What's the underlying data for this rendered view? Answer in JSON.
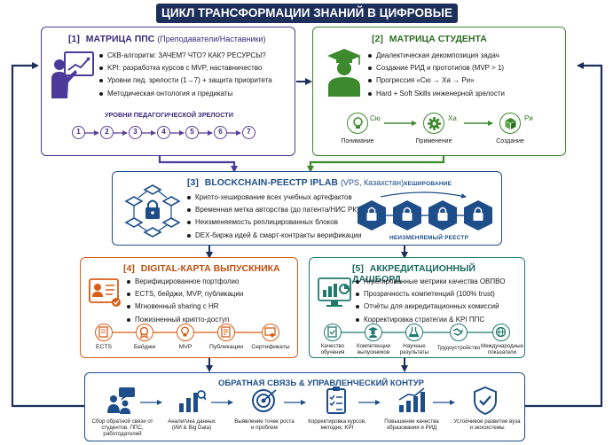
{
  "title": "ЦИКЛ ТРАНСФОРМАЦИИ ЗНАНИЙ В ЦИФРОВЫЕ АКТИВЫ",
  "colors": {
    "purple": "#4b3a99",
    "green": "#3d8a2e",
    "blue": "#1d4e8a",
    "orange": "#d95d16",
    "teal": "#1f7a6e",
    "navy": "#1c2f5a"
  },
  "pps": {
    "num": "[1]",
    "title": "МАТРИЦА ППС",
    "subtitle": "(Преподаватели/Наставники)",
    "bullets": [
      "СКВ-алгоритм: ЗАЧЕМ? ЧТО? КАК? РЕСУРСЫ?",
      "KPI: разработка курсов с MVP, наставничество",
      "Уровни пед. зрелости (1→7) + защита приоритета",
      "Методическая онтология и предикаты"
    ],
    "levels_title": "УРОВНИ ПЕДАГОГИЧЕСКОЙ ЗРЕЛОСТИ",
    "levels": [
      "1",
      "2",
      "3",
      "4",
      "5",
      "6",
      "7"
    ]
  },
  "student": {
    "num": "[2]",
    "title": "МАТРИЦА СТУДЕНТА",
    "bullets": [
      "Диалектическая декомпозиция задач",
      "Создание РИД и прототипов (MVP > 1)",
      "Прогрессия «Сю → Ха → Ри»",
      "Hard + Soft Skills инженерной зрелости"
    ],
    "stages": [
      {
        "code": "Сю",
        "label": "Понимание"
      },
      {
        "code": "Ха",
        "label": "Применение"
      },
      {
        "code": "Ри",
        "label": "Создание"
      }
    ]
  },
  "registry": {
    "num": "[3]",
    "title": "BLOCKCHAIN-РЕЕСТР IPLAB",
    "subtitle": "(VPS, Казахстан)",
    "bullets": [
      "Крипто-хеширование всех учебных артефактов",
      "Временная метка авторства (до патента/НИС РК)",
      "Неизменяемость реплицированных блоков",
      "DEX-биржа идей & смарт-контракты верификации"
    ],
    "hash_label": "ХЕШИРОВАНИЕ",
    "immutable_label": "НЕИЗМЕНЯЕМЫЙ РЕЕСТР"
  },
  "graduate": {
    "num": "[4]",
    "title": "DIGITAL-КАРТА ВЫПУСКНИКА",
    "bullets": [
      "Верифицированное портфолио",
      "ECTS, бейджи, MVP, публикации",
      "Мгновенный sharing с HR",
      "Пожизненный крипто-доступ"
    ],
    "items": [
      "ECTS",
      "Бейджи",
      "MVP",
      "Публикации",
      "Сертификаты"
    ]
  },
  "dashboard": {
    "num": "[5]",
    "title": "АККРЕДИТАЦИОННЫЙ ДАШБОРД",
    "bullets": [
      "Агрегированные метрики качества ОВПВО",
      "Прозрачность компетенций (100% trust)",
      "Отчёты для аккредитационных комиссий",
      "Корректировка стратегии & KPI ППС"
    ],
    "items": [
      "Качество обучения",
      "Компетенции выпускников",
      "Научные результаты",
      "Трудоустройство",
      "Международные показатели"
    ]
  },
  "feedback": {
    "title": "ОБРАТНАЯ СВЯЗЬ & УПРАВЛЕНЧЕСКИЙ КОНТУР",
    "steps": [
      "Сбор обратной связи от студентов, ППС, работодателей",
      "Аналитика данных (ИИ & Big Data)",
      "Выявление точек роста и проблем",
      "Корректировка курсов, методик, KPI",
      "Повышение качества образования и РИД",
      "Устойчивое развитие вуза и экосистемы"
    ]
  }
}
